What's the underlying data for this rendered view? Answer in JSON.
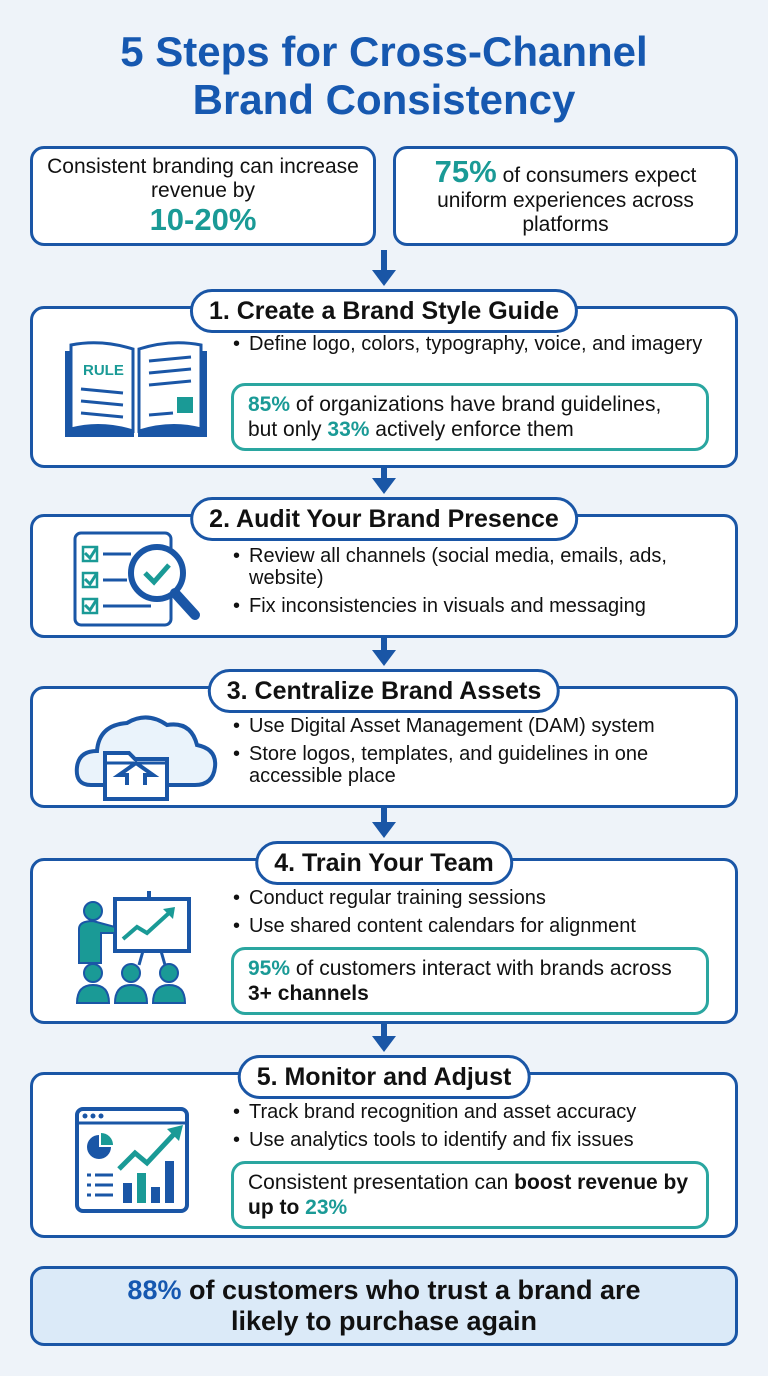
{
  "title": {
    "line1": "5 Steps for Cross-Channel",
    "line2": "Brand Consistency"
  },
  "stats": {
    "left": {
      "text": "Consistent branding can increase revenue by",
      "value": "10-20%"
    },
    "right": {
      "value": "75%",
      "text": "of consumers expect uniform experiences across platforms"
    }
  },
  "steps": [
    {
      "title": "1. Create a Brand Style Guide",
      "icon": "book-icon",
      "icon_text": "RULE",
      "bullets": [
        "Define logo, colors, typography, voice, and imagery"
      ],
      "callout": {
        "pct1": "85%",
        "text1": "of organizations have brand guidelines, but only",
        "pct2": "33%",
        "text2": "actively enforce them"
      }
    },
    {
      "title": "2. Audit Your Brand Presence",
      "icon": "checklist-magnifier-icon",
      "bullets": [
        "Review all channels (social media, emails, ads, website)",
        "Fix inconsistencies in visuals and messaging"
      ]
    },
    {
      "title": "3. Centralize Brand Assets",
      "icon": "cloud-folder-upload-icon",
      "bullets": [
        "Use Digital Asset Management (DAM) system",
        "Store logos, templates, and guidelines in one accessible place"
      ]
    },
    {
      "title": "4. Train Your Team",
      "icon": "presentation-training-icon",
      "bullets": [
        "Conduct regular training sessions",
        "Use shared content calendars for alignment"
      ],
      "callout": {
        "pct1": "95%",
        "text1": "of customers interact with brands across",
        "bold": "3+ channels"
      }
    },
    {
      "title": "5. Monitor and Adjust",
      "icon": "analytics-dashboard-icon",
      "bullets": [
        "Track brand recognition and asset accuracy",
        "Use analytics tools to identify and fix issues"
      ],
      "callout": {
        "text1": "Consistent presentation can",
        "bold": "boost revenue by up to",
        "pct1": "23%"
      }
    }
  ],
  "footer": {
    "pct": "88%",
    "text": "of customers who trust a brand are likely to purchase again"
  },
  "colors": {
    "primary_blue": "#1a56a6",
    "title_blue": "#1658b0",
    "teal": "#1a9a96",
    "background": "#eef3f9",
    "footer_bg": "#dbeaf8"
  }
}
